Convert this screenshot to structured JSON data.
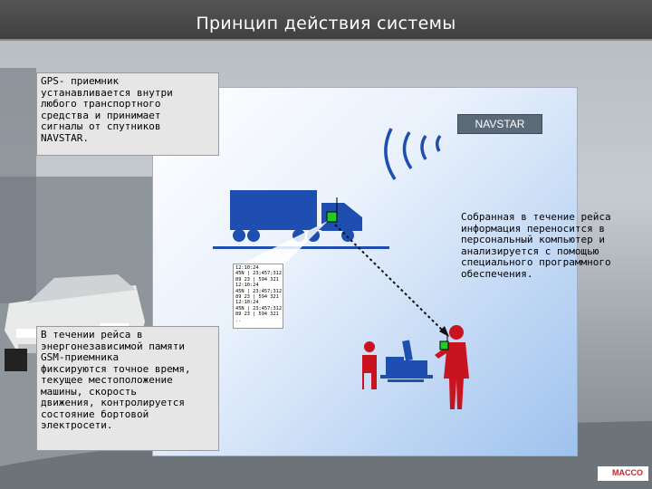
{
  "title": "Принцип действия системы",
  "satellite_label": "NAVSTAR",
  "notes": {
    "gps_receiver": [
      "GPS- приемник",
      "устанавливается внутри",
      "любого транспортного",
      "средства и принимает",
      "сигналы от спутников",
      "NAVSTAR."
    ],
    "memory": [
      "В течении рейса в",
      "энергонезависимой памяти",
      "GSM-приемника",
      "фиксируются точное время,",
      "текущее местоположение",
      "машины, скорость",
      "движения, контролируется",
      "состояние бортовой",
      "электросети."
    ],
    "computer": [
      "Собранная в течение рейса",
      "информация переносится в",
      "персональный компьютер и",
      "анализируется с помощью",
      "специального программного",
      "обеспечения."
    ]
  },
  "log_lines": [
    "12:10:24",
    "45N | 23;457;312",
    "89 23 | 594 321",
    "12:10:24",
    "45N | 23;457;312",
    "89 23 | 594 321",
    "12:10:24",
    "45N | 23;457;312",
    "89 23 | 594 321",
    ".."
  ],
  "logo_text": "MACCO",
  "colors": {
    "header": "#474747",
    "truck": "#1e4fb0",
    "gps_device": "#22cc22",
    "person": "#c8141e",
    "signal": "#1e4fb0"
  }
}
